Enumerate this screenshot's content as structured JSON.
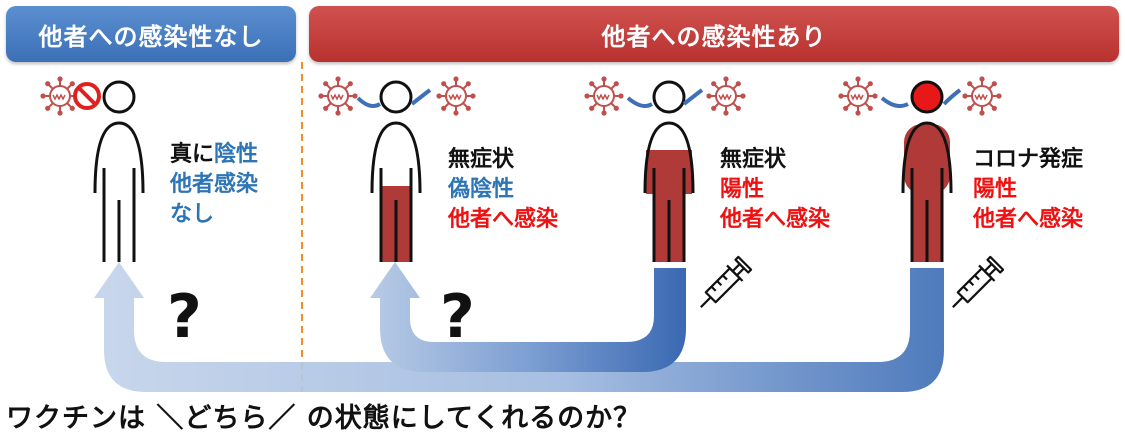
{
  "banners": {
    "left": "他者への感染性なし",
    "right": "他者への感染性あり"
  },
  "figures": [
    {
      "lines": [
        {
          "parts": [
            {
              "text": "真に",
              "color": "#111111"
            },
            {
              "text": "陰性",
              "color": "#2e75b6"
            }
          ]
        },
        {
          "parts": [
            {
              "text": "他者感染",
              "color": "#2e75b6"
            }
          ]
        },
        {
          "parts": [
            {
              "text": "なし",
              "color": "#2e75b6"
            }
          ]
        }
      ]
    },
    {
      "lines": [
        {
          "parts": [
            {
              "text": "無症状",
              "color": "#111111"
            }
          ]
        },
        {
          "parts": [
            {
              "text": "偽陰性",
              "color": "#2e75b6"
            }
          ]
        },
        {
          "parts": [
            {
              "text": "他者へ感染",
              "color": "#ee1111"
            }
          ]
        }
      ]
    },
    {
      "lines": [
        {
          "parts": [
            {
              "text": "無症状",
              "color": "#111111"
            }
          ]
        },
        {
          "parts": [
            {
              "text": "陽性",
              "color": "#ee1111"
            }
          ]
        },
        {
          "parts": [
            {
              "text": "他者へ感染",
              "color": "#ee1111"
            }
          ]
        }
      ]
    },
    {
      "lines": [
        {
          "parts": [
            {
              "text": "コロナ発症",
              "color": "#111111"
            }
          ]
        },
        {
          "parts": [
            {
              "text": "陽性",
              "color": "#ee1111"
            }
          ]
        },
        {
          "parts": [
            {
              "text": "他者へ感染",
              "color": "#ee1111"
            }
          ]
        }
      ]
    }
  ],
  "question_marks": [
    "?",
    "?"
  ],
  "question": "ワクチンは ＼どちら／ の状態にしてくれるのか？",
  "colors": {
    "virus": "#c0504d",
    "fill": "#b03a38",
    "arrow_light": "#b4c8e4",
    "arrow_dark": "#3f6fb6",
    "divider": "#f08c30"
  }
}
